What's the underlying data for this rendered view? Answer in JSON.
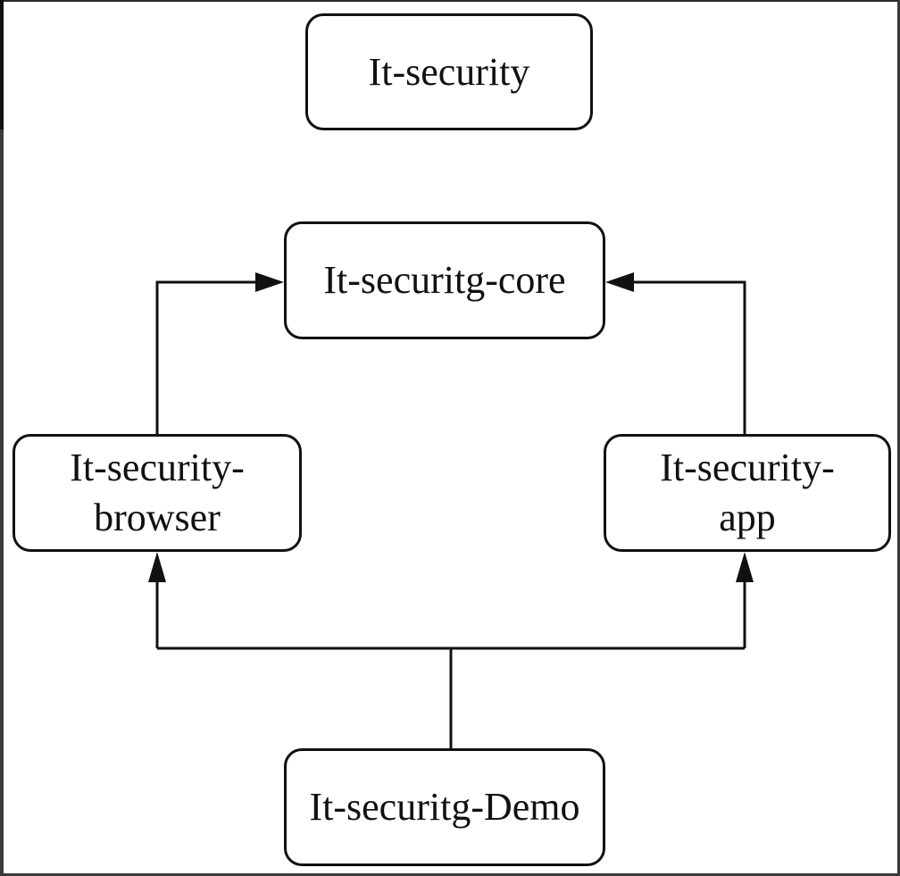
{
  "diagram": {
    "nodes": [
      {
        "id": "security",
        "lines": [
          "It-security"
        ]
      },
      {
        "id": "core",
        "lines": [
          "It-securitg-core"
        ]
      },
      {
        "id": "browser",
        "lines": [
          "It-security-",
          "browser"
        ]
      },
      {
        "id": "app",
        "lines": [
          "It-security-",
          "app"
        ]
      },
      {
        "id": "demo",
        "lines": [
          "It-securitg-Demo"
        ]
      }
    ],
    "edges": [
      {
        "from": "browser",
        "to": "core"
      },
      {
        "from": "app",
        "to": "core"
      },
      {
        "from": "demo",
        "to": "browser"
      },
      {
        "from": "demo",
        "to": "app"
      }
    ]
  },
  "colors": {
    "stroke": "#111111",
    "background": "#ffffff"
  }
}
